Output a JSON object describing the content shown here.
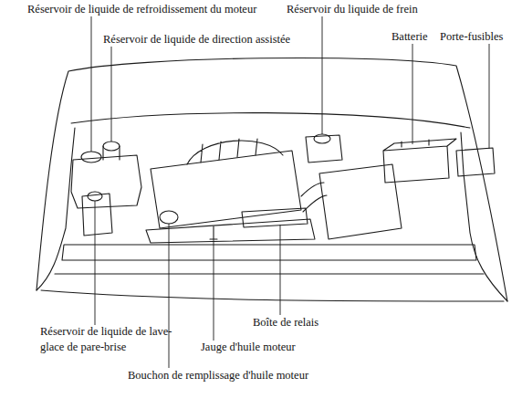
{
  "diagram": {
    "labels": [
      "Réservoir de liquide de refroidissement du moteur",
      "Réservoir du liquide de frein",
      "Réservoir de liquide de direction assistée",
      "Batterie",
      "Porte-fusibles",
      "Réservoir de liquide de lave-glace de pare-brise",
      "Boîte de relais",
      "Jauge d'huile moteur",
      "Bouchon de remplissage d'huile moteur"
    ]
  }
}
